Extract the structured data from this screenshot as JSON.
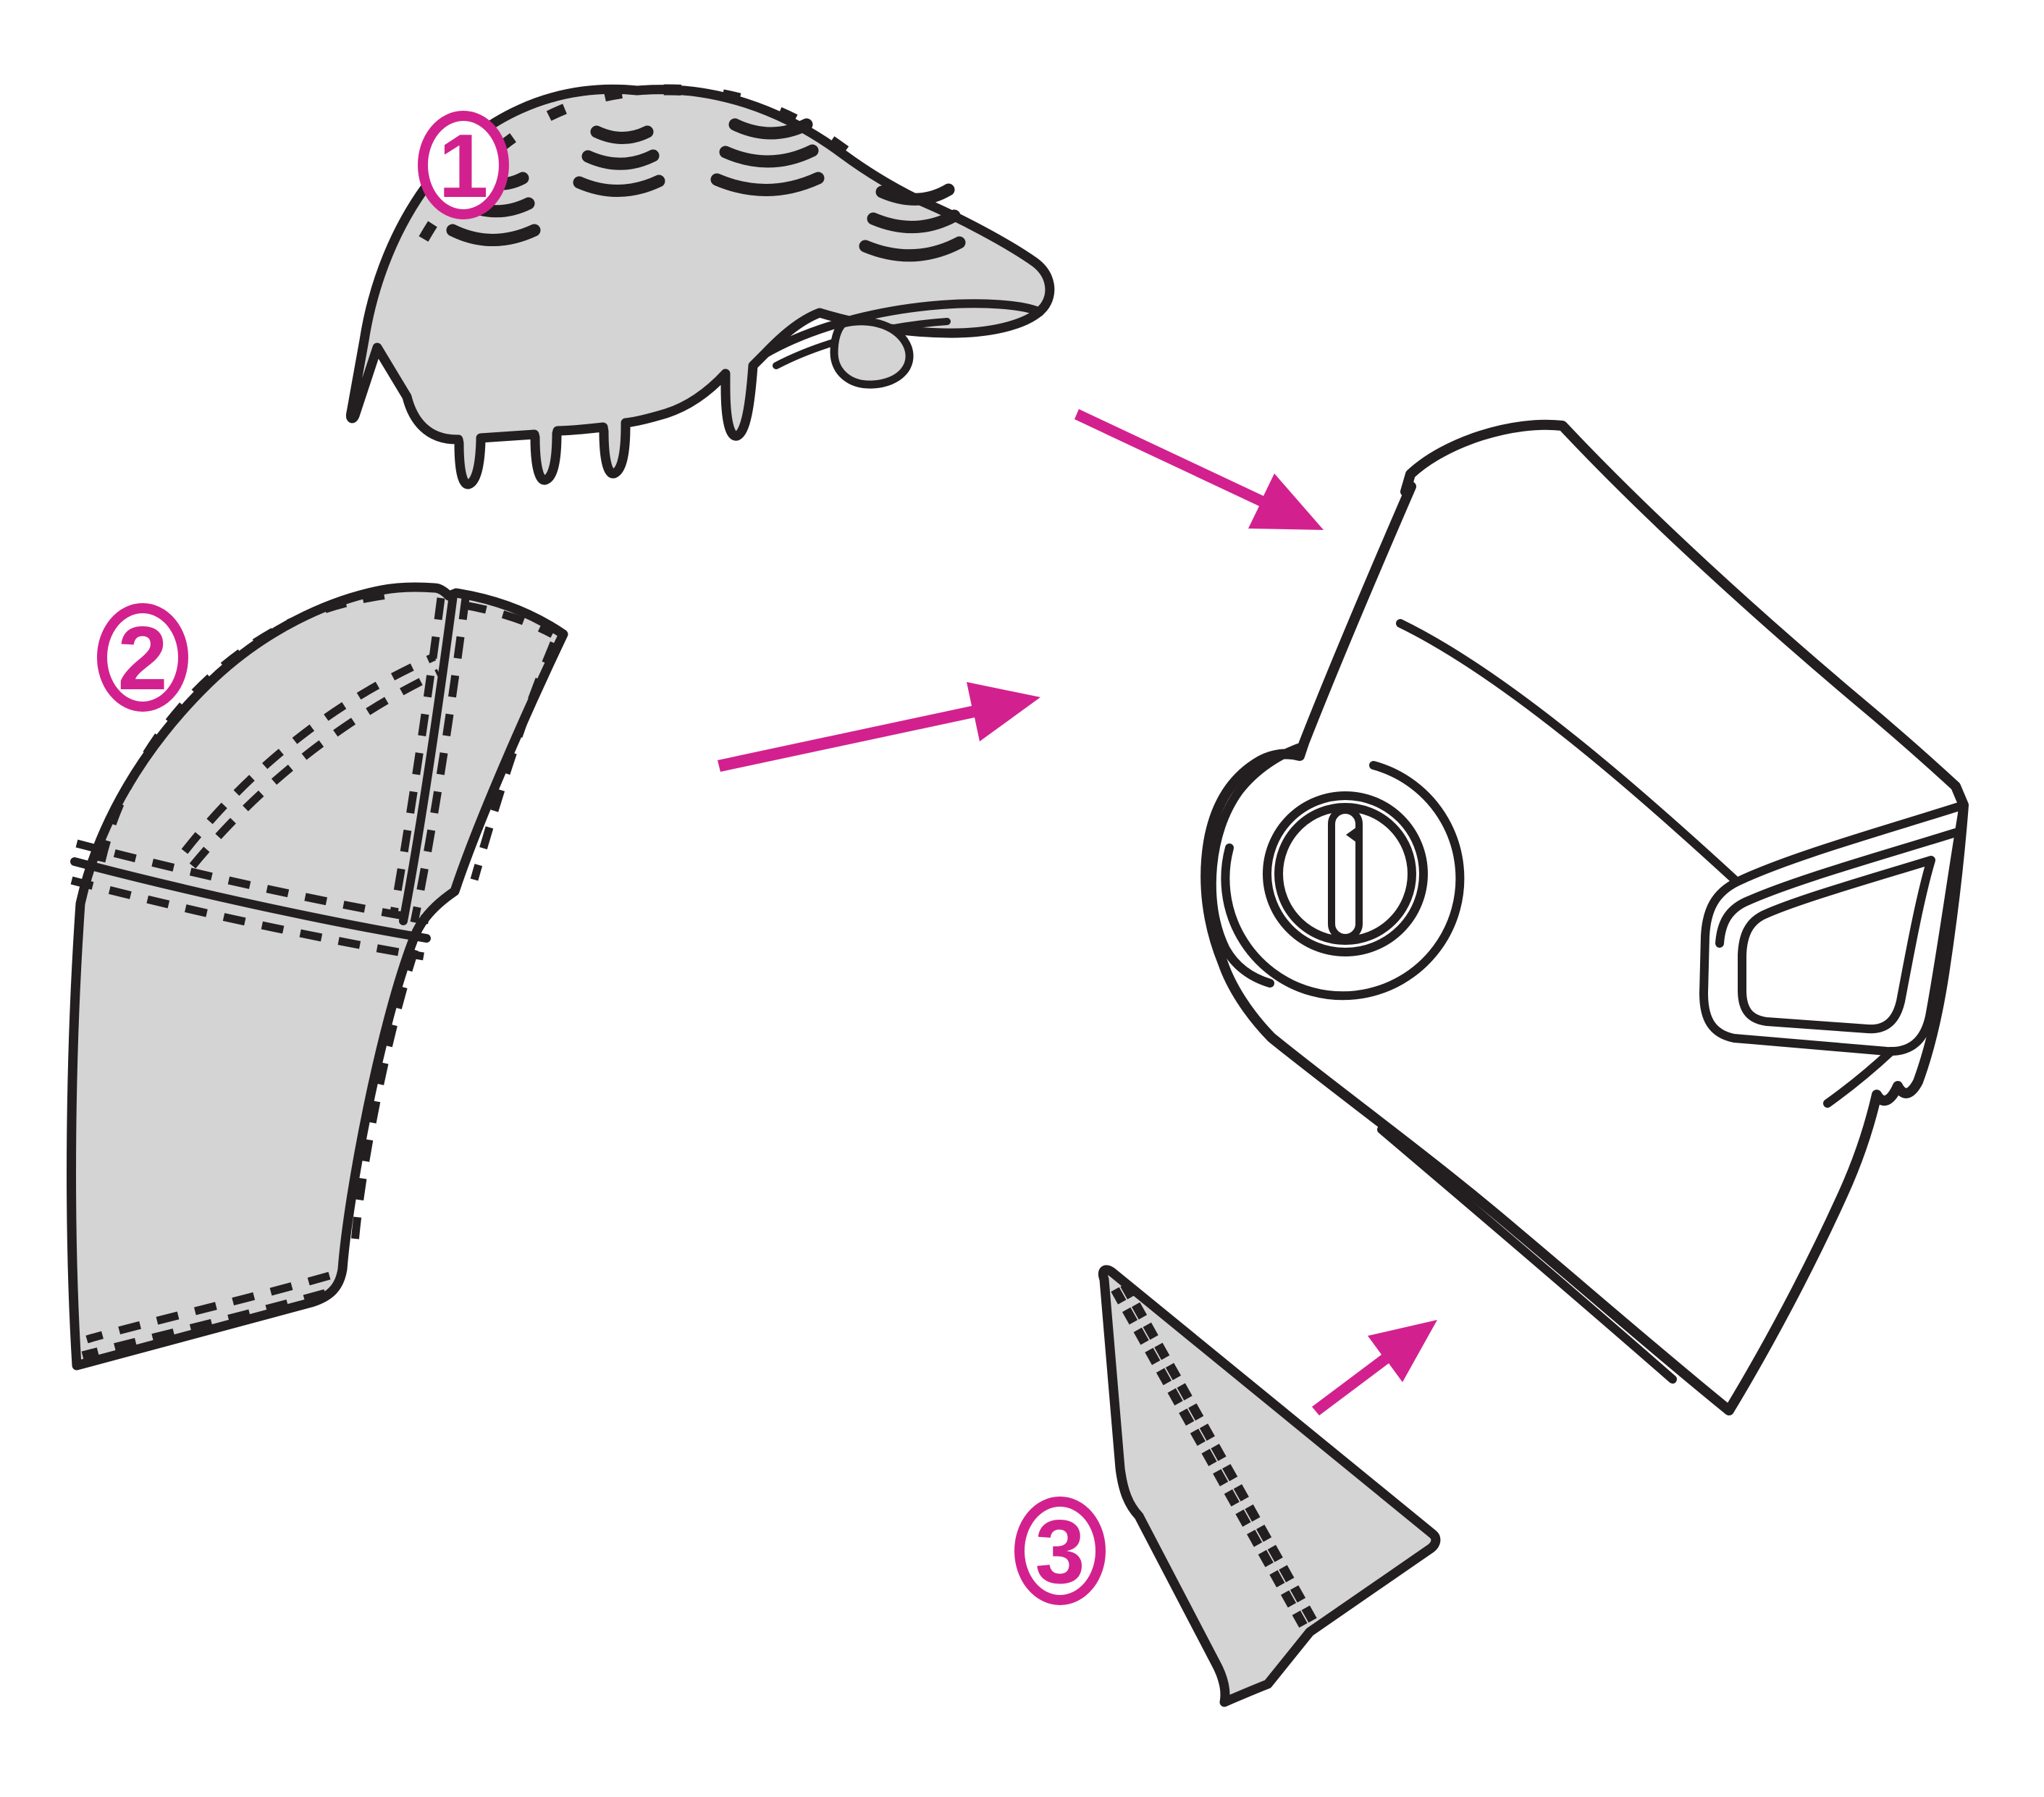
{
  "diagram": {
    "kind": "exploded-assembly-diagram",
    "background": "#ffffff",
    "accent_color": "#d2218f",
    "line_color": "#231f20",
    "part_fill_color": "#d3d4d3",
    "steps": [
      {
        "label": "1",
        "part": "air-duct-cover"
      },
      {
        "label": "2",
        "part": "fabric-head-cover"
      },
      {
        "label": "3",
        "part": "fabric-side-cover"
      }
    ],
    "assembly_target": "welding-helmet-shell",
    "arrows": [
      {
        "from": "air-duct-cover",
        "to": "helmet-top"
      },
      {
        "from": "fabric-head-cover",
        "to": "helmet-side"
      },
      {
        "from": "fabric-side-cover",
        "to": "helmet-bottom"
      }
    ]
  }
}
